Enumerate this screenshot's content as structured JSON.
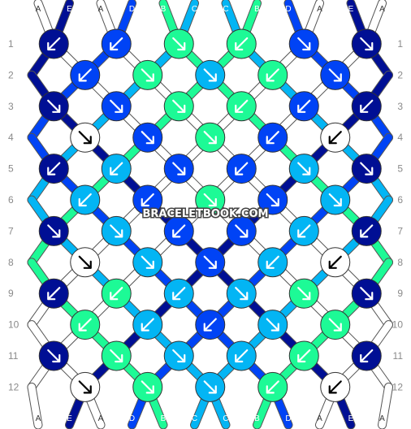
{
  "colors": {
    "A": "#ffffff",
    "B": "#1dfa96",
    "C": "#03b5f4",
    "D": "#0043f5",
    "E": "#000f94"
  },
  "strands_top": [
    "A",
    "E",
    "A",
    "D",
    "B",
    "C",
    "C",
    "B",
    "D",
    "A",
    "E",
    "A"
  ],
  "strands_bottom": [
    "A",
    "E",
    "A",
    "D",
    "B",
    "C",
    "C",
    "B",
    "D",
    "A",
    "E",
    "A"
  ],
  "watermark": "BRACELETBOOK.COM",
  "rows": [
    {
      "number": "1",
      "knots": [
        [
          "E",
          "down-left"
        ],
        [
          "D",
          "down-left"
        ],
        [
          "B",
          "down-right"
        ],
        [
          "B",
          "down-left"
        ],
        [
          "D",
          "down-right"
        ],
        [
          "E",
          "down-right"
        ]
      ]
    },
    {
      "number": "2",
      "knots": [
        [
          "D",
          "down-left"
        ],
        [
          "B",
          "down-right"
        ],
        [
          "C",
          "down-right"
        ],
        [
          "B",
          "down-left"
        ],
        [
          "D",
          "down-right"
        ]
      ]
    },
    {
      "number": "3",
      "knots": [
        [
          "E",
          "down-right"
        ],
        [
          "D",
          "down-right"
        ],
        [
          "B",
          "down-right"
        ],
        [
          "B",
          "down-left"
        ],
        [
          "D",
          "down-left"
        ],
        [
          "E",
          "down-left"
        ]
      ]
    },
    {
      "number": "4",
      "knots": [
        [
          "A",
          "down-right"
        ],
        [
          "D",
          "down-right"
        ],
        [
          "B",
          "down-right"
        ],
        [
          "D",
          "down-left"
        ],
        [
          "A",
          "down-left"
        ]
      ]
    },
    {
      "number": "5",
      "knots": [
        [
          "E",
          "down-left"
        ],
        [
          "C",
          "down-left"
        ],
        [
          "D",
          "down-right"
        ],
        [
          "D",
          "down-left"
        ],
        [
          "C",
          "down-right"
        ],
        [
          "E",
          "down-right"
        ]
      ]
    },
    {
      "number": "6",
      "knots": [
        [
          "C",
          "down-left"
        ],
        [
          "D",
          "down-left"
        ],
        [
          "B",
          "down-right"
        ],
        [
          "D",
          "down-right"
        ],
        [
          "C",
          "down-right"
        ]
      ]
    },
    {
      "number": "7",
      "knots": [
        [
          "E",
          "down-right"
        ],
        [
          "C",
          "down-right"
        ],
        [
          "D",
          "down-left"
        ],
        [
          "D",
          "down-right"
        ],
        [
          "C",
          "down-left"
        ],
        [
          "E",
          "down-left"
        ]
      ]
    },
    {
      "number": "8",
      "knots": [
        [
          "A",
          "down-right"
        ],
        [
          "C",
          "down-right"
        ],
        [
          "D",
          "down-right"
        ],
        [
          "C",
          "down-left"
        ],
        [
          "A",
          "down-left"
        ]
      ]
    },
    {
      "number": "9",
      "knots": [
        [
          "E",
          "down-left"
        ],
        [
          "B",
          "down-left"
        ],
        [
          "C",
          "down-left"
        ],
        [
          "C",
          "down-right"
        ],
        [
          "B",
          "down-right"
        ],
        [
          "E",
          "down-right"
        ]
      ]
    },
    {
      "number": "10",
      "knots": [
        [
          "B",
          "down-left"
        ],
        [
          "C",
          "down-left"
        ],
        [
          "D",
          "down-left"
        ],
        [
          "C",
          "down-right"
        ],
        [
          "B",
          "down-right"
        ]
      ]
    },
    {
      "number": "11",
      "knots": [
        [
          "E",
          "down-right"
        ],
        [
          "B",
          "down-right"
        ],
        [
          "C",
          "down-right"
        ],
        [
          "C",
          "down-left"
        ],
        [
          "B",
          "down-left"
        ],
        [
          "E",
          "down-left"
        ]
      ]
    },
    {
      "number": "12",
      "knots": [
        [
          "A",
          "down-right"
        ],
        [
          "B",
          "down-right"
        ],
        [
          "C",
          "down-right"
        ],
        [
          "B",
          "down-left"
        ],
        [
          "A",
          "down-left"
        ]
      ]
    }
  ]
}
